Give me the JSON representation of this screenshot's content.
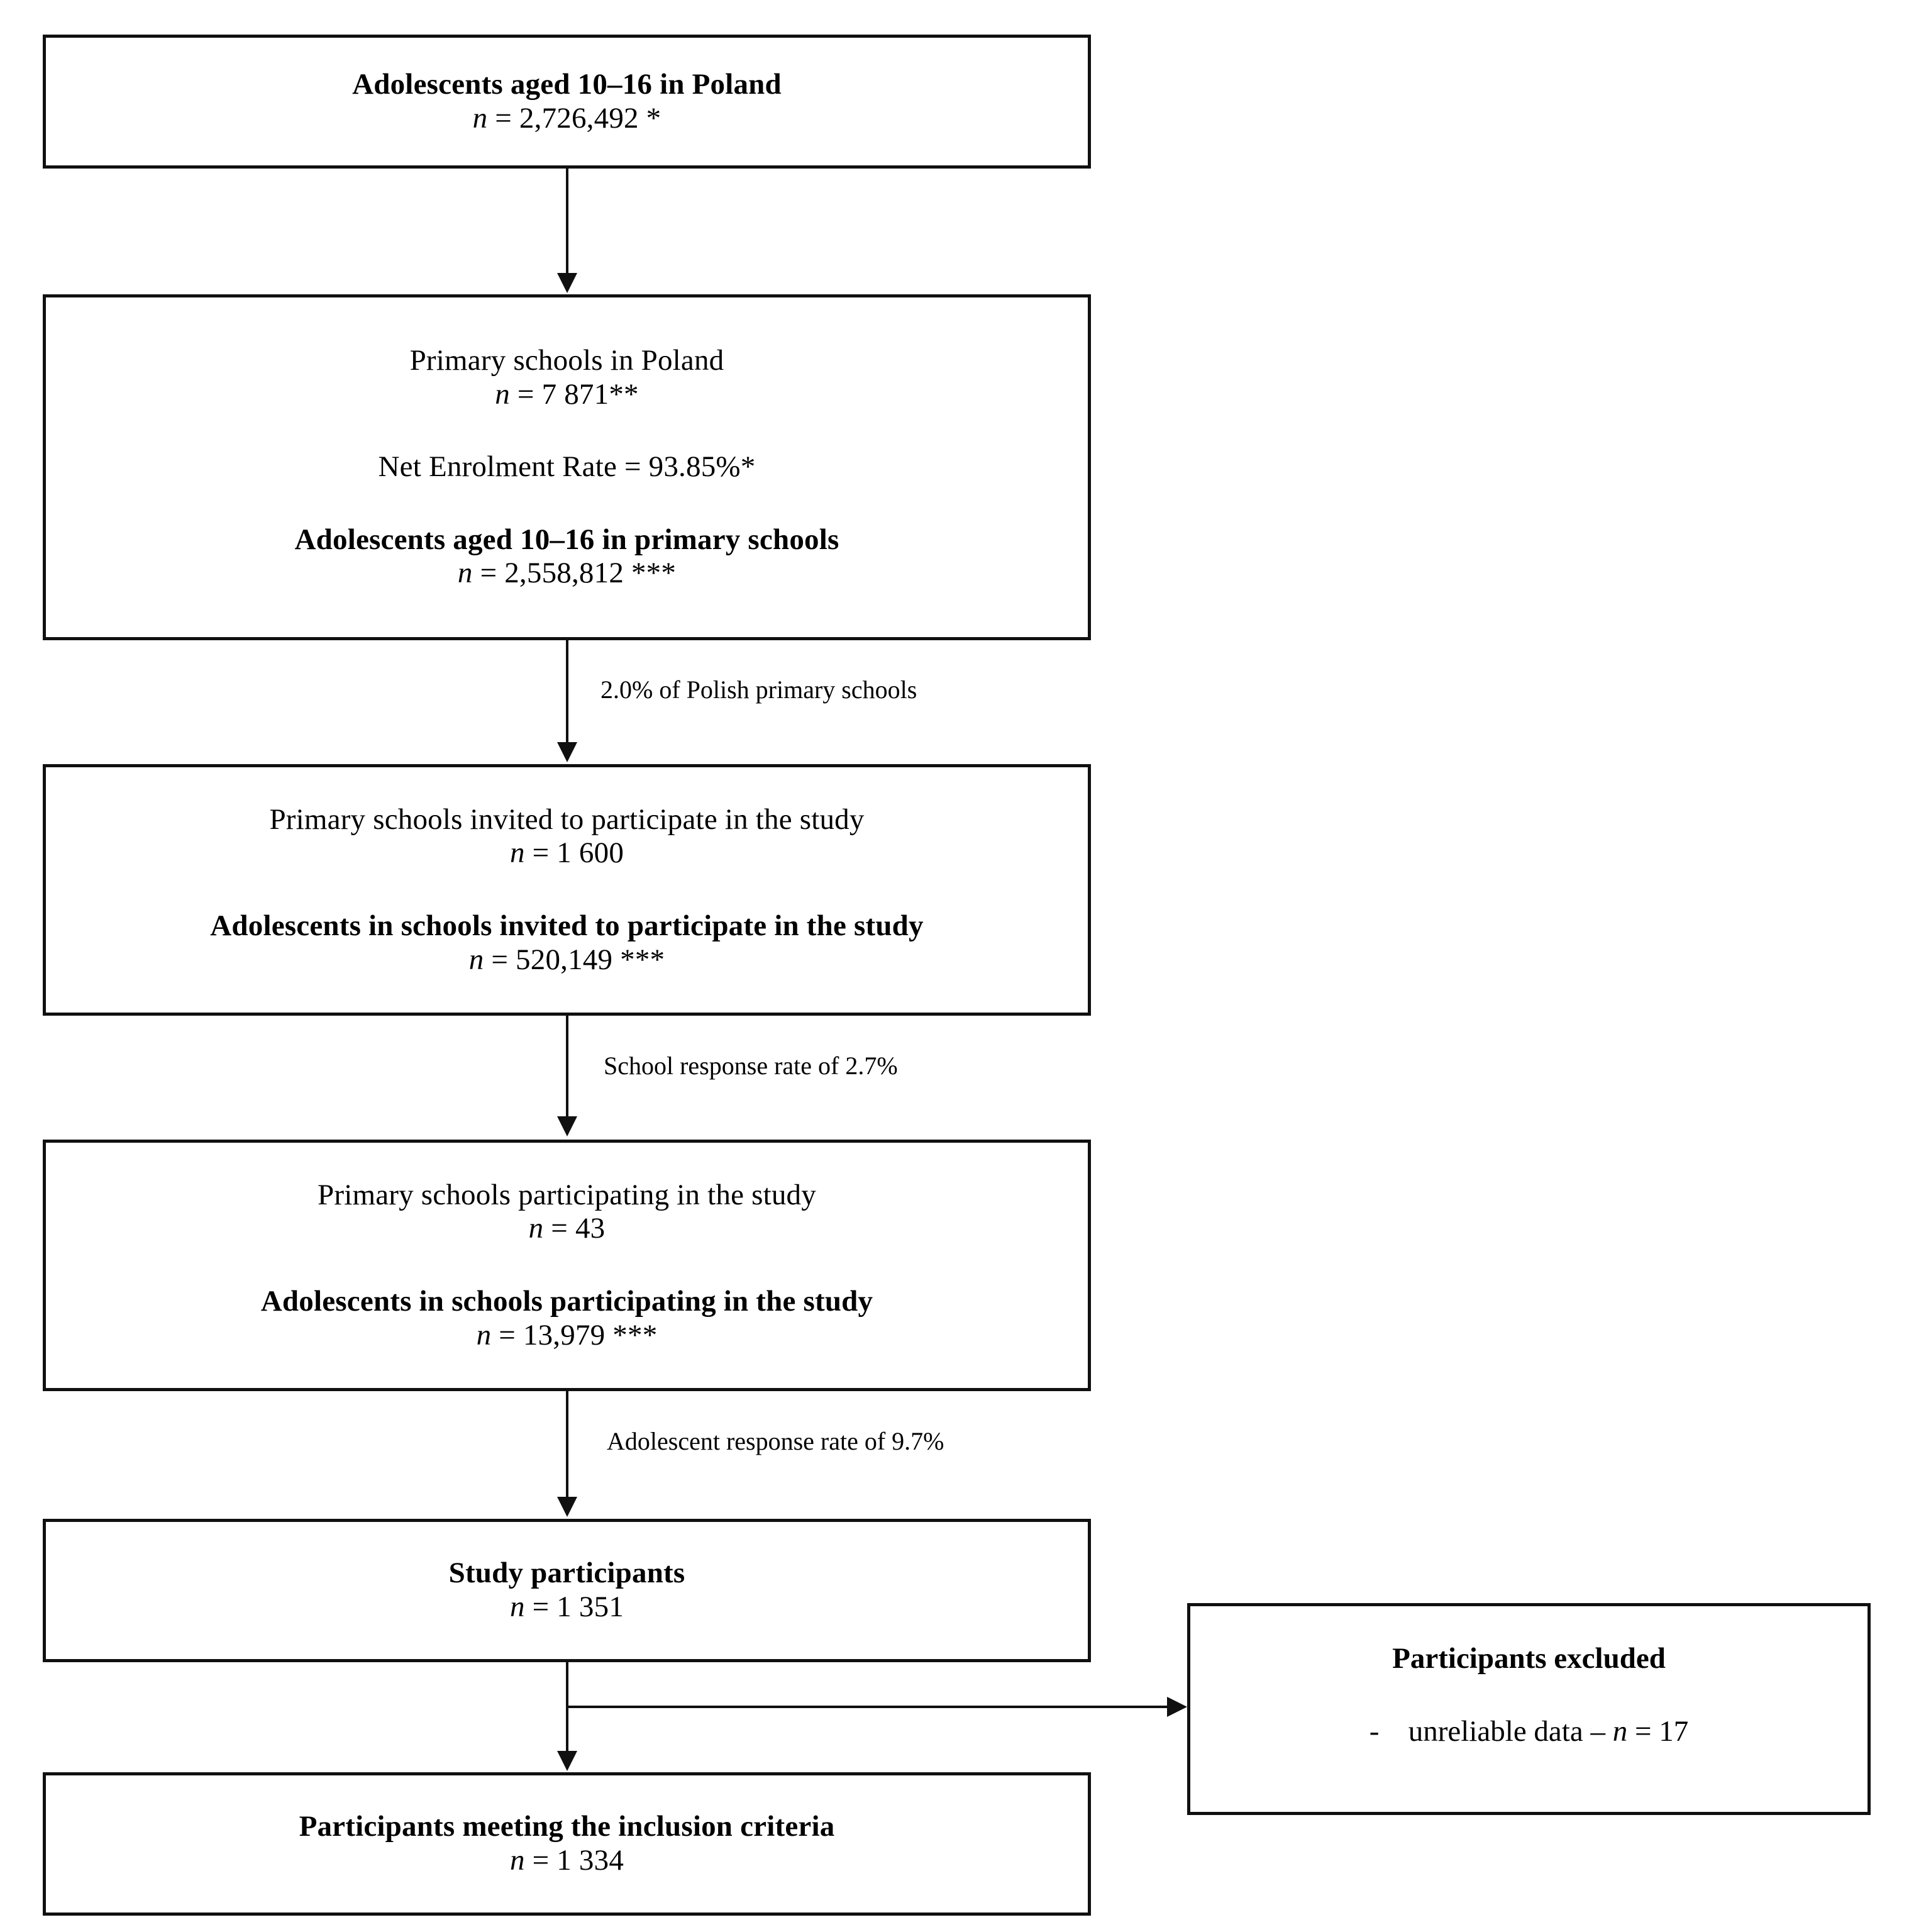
{
  "figure": {
    "type": "flowchart",
    "orientation": "vertical",
    "nodes": [
      {
        "id": "population",
        "title": "Adolescents aged 10–16 in Poland",
        "n_label": "n",
        "n_value": "= 2,726,492 *"
      },
      {
        "id": "primary-schools",
        "title": "Primary schools in Poland",
        "n_label": "n",
        "n_value": "= 7 871**",
        "rate": "Net Enrolment Rate",
        "rate_value": "= 93.85%*",
        "sub_title": "Adolescents aged 10–16 in primary schools",
        "sub_n_label": "n",
        "sub_n_value": "= 2,558,812 ***"
      },
      {
        "id": "schools-invited",
        "title": "Primary schools invited to participate in the study",
        "n_label": "n",
        "n_value": "= 1 600",
        "sub_title": "Adolescents in schools invited to participate in the study",
        "sub_n_label": "n",
        "sub_n_value": "= 520,149 ***"
      },
      {
        "id": "schools-participating",
        "title": "Primary schools participating in the study",
        "n_label": "n",
        "n_value": "= 43",
        "sub_title": "Adolescents in schools participating in the study",
        "sub_n_label": "n",
        "sub_n_value": "= 13,979 ***"
      },
      {
        "id": "study-participants",
        "title": "Study participants",
        "n_label": "n",
        "n_value": "= 1 351"
      },
      {
        "id": "included",
        "title": "Participants meeting the inclusion criteria",
        "n_label": "n",
        "n_value": "= 1 334"
      }
    ],
    "excluded_node": {
      "id": "participants-excluded",
      "title": "Participants excluded",
      "bullet": "-",
      "item_text": "unreliable data – ",
      "item_n_label": "n",
      "item_n_value": "= 17"
    },
    "edge_labels": [
      {
        "id": "edge-1-2",
        "text": ""
      },
      {
        "id": "edge-2-3",
        "text": "2.0% of Polish primary schools"
      },
      {
        "id": "edge-3-4",
        "text": "School response rate of 2.7%"
      },
      {
        "id": "edge-4-5",
        "text": "Adolescent response rate of 9.7%"
      }
    ],
    "colors": {
      "stroke": "#101010",
      "background": "#ffffff",
      "text": "#000000"
    }
  }
}
